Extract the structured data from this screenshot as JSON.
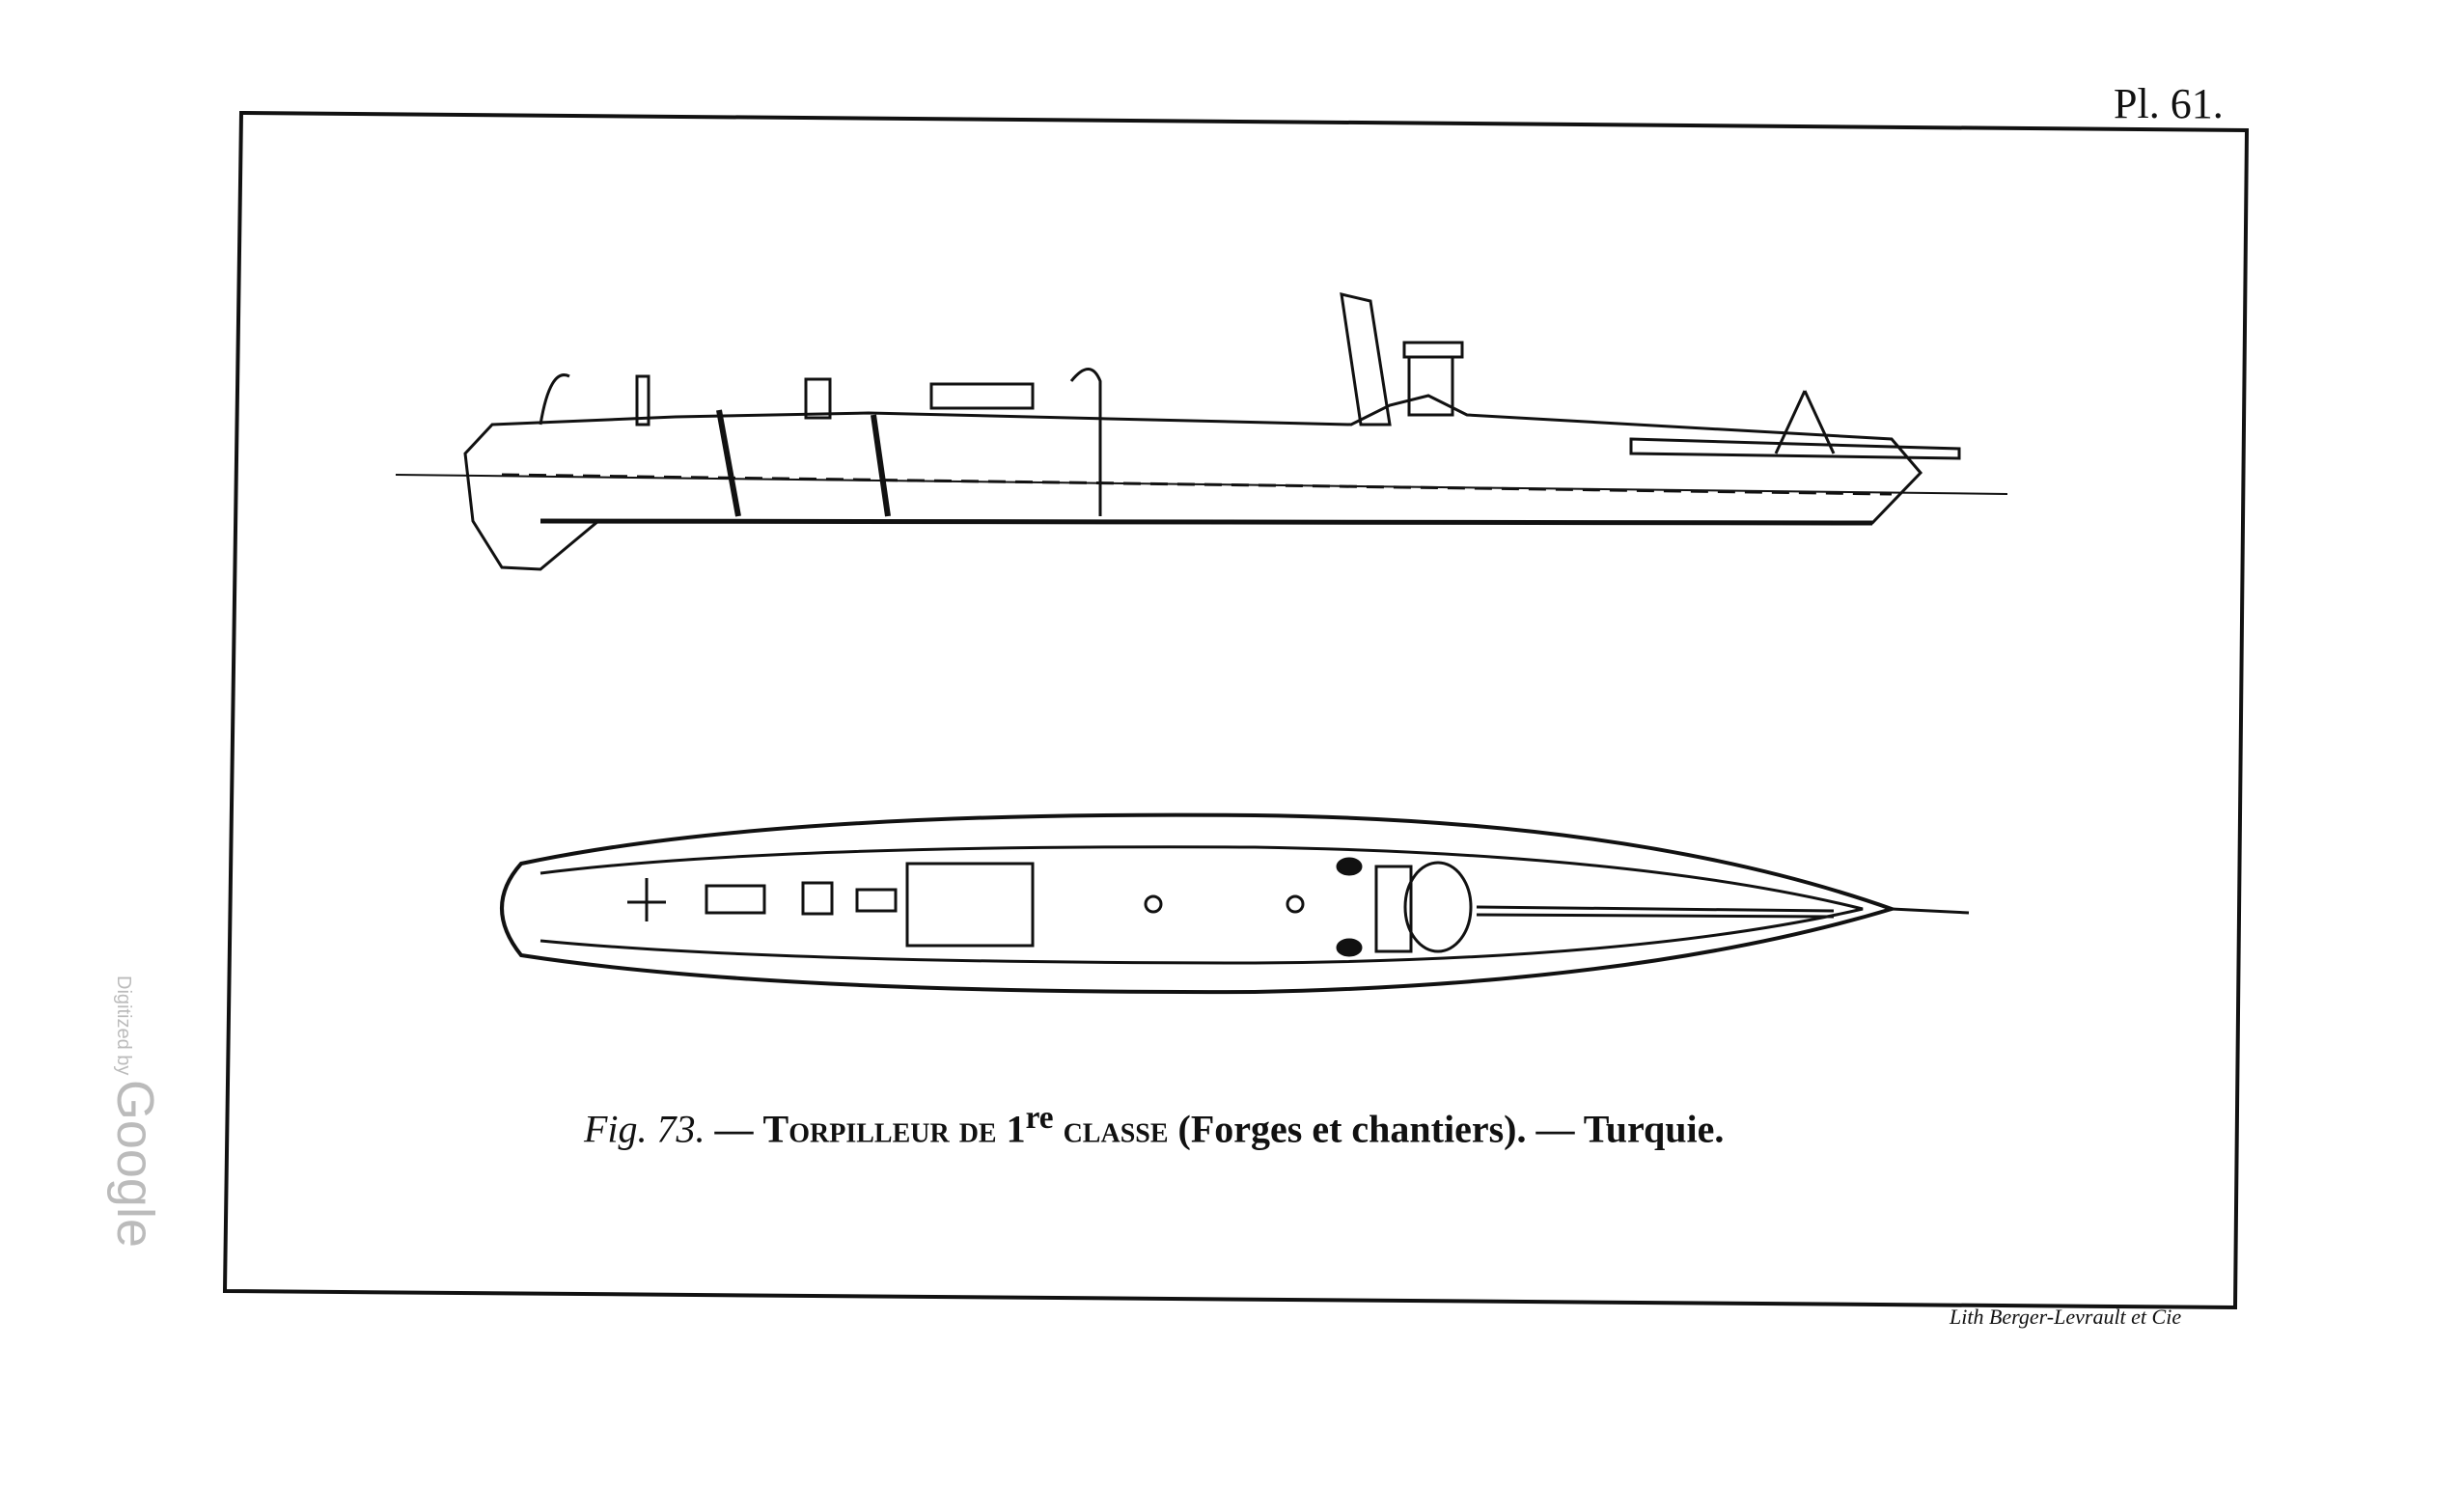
{
  "plate_label": "Pl. 61.",
  "caption": {
    "fig": "Fig. 73.",
    "dash1": " — ",
    "title_sc": "Torpilleur de 1",
    "superscript": "re",
    "class_sc": " classe",
    "rest": " (Forges et chantiers). — Turquie."
  },
  "credit": "Lith Berger-Levrault et Cie",
  "watermark": {
    "small": "Digitized by",
    "brand": "Google"
  }
}
